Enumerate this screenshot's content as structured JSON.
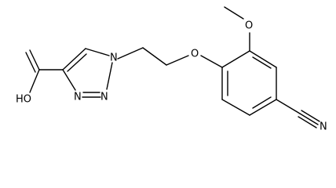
{
  "molecule": {
    "atoms": {
      "hydroxyl": "HO",
      "ring_n1": "N",
      "ring_n2": "N",
      "ring_n3": "N",
      "ether_o": "O",
      "methoxy_o": "O",
      "nitrile_n": "N"
    }
  }
}
